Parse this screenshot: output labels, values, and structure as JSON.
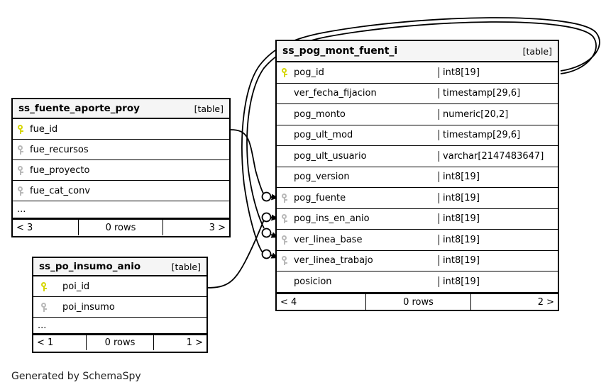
{
  "diagram": {
    "type": "entity-relationship-diagram",
    "generator_note": "Generated by SchemaSpy",
    "background": "#ffffff",
    "pk_key_color": "#d6d600",
    "fk_key_color": "#b9b9b9",
    "header_fill": "#f5f5f5",
    "line_color": "#000000"
  },
  "tables": [
    {
      "id": "ss_fuente_aporte_proy",
      "name": "ss_fuente_aporte_proy",
      "tag": "[table]",
      "columns": [
        {
          "key": "pk",
          "name": "fue_id",
          "type": ""
        },
        {
          "key": "fk",
          "name": "fue_recursos",
          "type": ""
        },
        {
          "key": "fk",
          "name": "fue_proyecto",
          "type": ""
        },
        {
          "key": "fk",
          "name": "fue_cat_conv",
          "type": ""
        }
      ],
      "more_indicator": "...",
      "footer": {
        "left": "< 3",
        "middle": "0 rows",
        "right": "3 >"
      }
    },
    {
      "id": "ss_po_insumo_anio",
      "name": "ss_po_insumo_anio",
      "tag": "[table]",
      "columns": [
        {
          "key": "pk",
          "name": "poi_id",
          "type": ""
        },
        {
          "key": "fk",
          "name": "poi_insumo",
          "type": ""
        }
      ],
      "more_indicator": "...",
      "footer": {
        "left": "< 1",
        "middle": "0 rows",
        "right": "1 >"
      }
    },
    {
      "id": "ss_pog_mont_fuent_i",
      "name": "ss_pog_mont_fuent_i",
      "tag": "[table]",
      "columns": [
        {
          "key": "pk",
          "name": "pog_id",
          "type": "int8[19]"
        },
        {
          "key": "none",
          "name": "ver_fecha_fijacion",
          "type": "timestamp[29,6]"
        },
        {
          "key": "none",
          "name": "pog_monto",
          "type": "numeric[20,2]"
        },
        {
          "key": "none",
          "name": "pog_ult_mod",
          "type": "timestamp[29,6]"
        },
        {
          "key": "none",
          "name": "pog_ult_usuario",
          "type": "varchar[2147483647]"
        },
        {
          "key": "none",
          "name": "pog_version",
          "type": "int8[19]"
        },
        {
          "key": "fk",
          "name": "pog_fuente",
          "type": "int8[19]"
        },
        {
          "key": "fk",
          "name": "pog_ins_en_anio",
          "type": "int8[19]"
        },
        {
          "key": "fk",
          "name": "ver_linea_base",
          "type": "int8[19]"
        },
        {
          "key": "fk",
          "name": "ver_linea_trabajo",
          "type": "int8[19]"
        },
        {
          "key": "none",
          "name": "posicion",
          "type": "int8[19]"
        }
      ],
      "more_indicator": "",
      "footer": {
        "left": "< 4",
        "middle": "0 rows",
        "right": "2 >"
      }
    }
  ],
  "relationships": [
    {
      "from": "ss_fuente_aporte_proy.fue_id",
      "to": "ss_pog_mont_fuent_i.pog_fuente"
    },
    {
      "from": "ss_po_insumo_anio.poi_id",
      "to": "ss_pog_mont_fuent_i.pog_ins_en_anio"
    },
    {
      "from": "ss_pog_mont_fuent_i.pog_id",
      "to": "ss_pog_mont_fuent_i.ver_linea_base"
    },
    {
      "from": "ss_pog_mont_fuent_i.pog_id",
      "to": "ss_pog_mont_fuent_i.ver_linea_trabajo"
    }
  ]
}
